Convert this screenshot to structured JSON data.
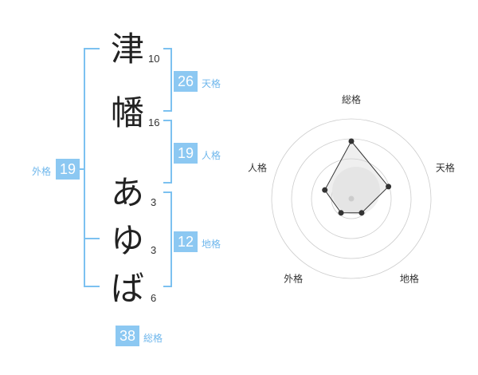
{
  "name_chars": [
    {
      "char": "津",
      "strokes": "10"
    },
    {
      "char": "幡",
      "strokes": "16"
    },
    {
      "char": "あ",
      "strokes": "3"
    },
    {
      "char": "ゆ",
      "strokes": "3"
    },
    {
      "char": "ば",
      "strokes": "6"
    }
  ],
  "kakusu": {
    "tenkaku": {
      "value": "26",
      "label": "天格"
    },
    "jinkaku": {
      "value": "19",
      "label": "人格"
    },
    "chikaku": {
      "value": "12",
      "label": "地格"
    },
    "gaikaku": {
      "value": "19",
      "label": "外格"
    },
    "soukaku": {
      "value": "38",
      "label": "総格"
    }
  },
  "colors": {
    "accent": "#8cc8f2",
    "bracket": "#7cc1f0",
    "label": "#6fb7ec"
  },
  "chart_data": {
    "type": "radar",
    "axes": [
      "総格",
      "天格",
      "地格",
      "外格",
      "人格"
    ],
    "values": [
      0.72,
      0.49,
      0.22,
      0.22,
      0.35
    ],
    "rings": 4,
    "grid": true
  }
}
